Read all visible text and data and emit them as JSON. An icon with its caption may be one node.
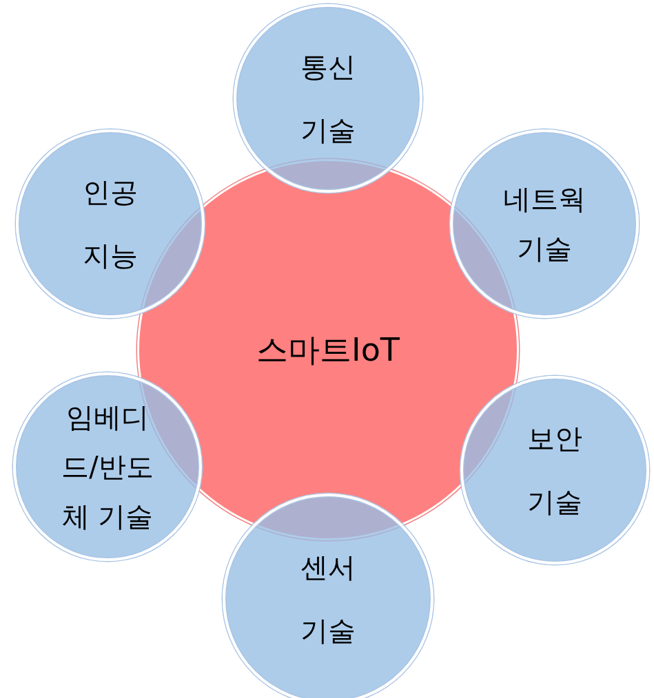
{
  "diagram": {
    "nodes": [
      {
        "text": [
          "스마트IoT"
        ]
      },
      {
        "text": [
          "통신 기술"
        ]
      },
      {
        "text": [
          "인공 지능"
        ]
      },
      {
        "text": [
          "네트웍 기술"
        ]
      },
      {
        "text": [
          "임베디드/반도체 기술"
        ]
      },
      {
        "text": [
          "보안 기술"
        ]
      },
      {
        "text": [
          "센서 기술"
        ]
      }
    ]
  }
}
